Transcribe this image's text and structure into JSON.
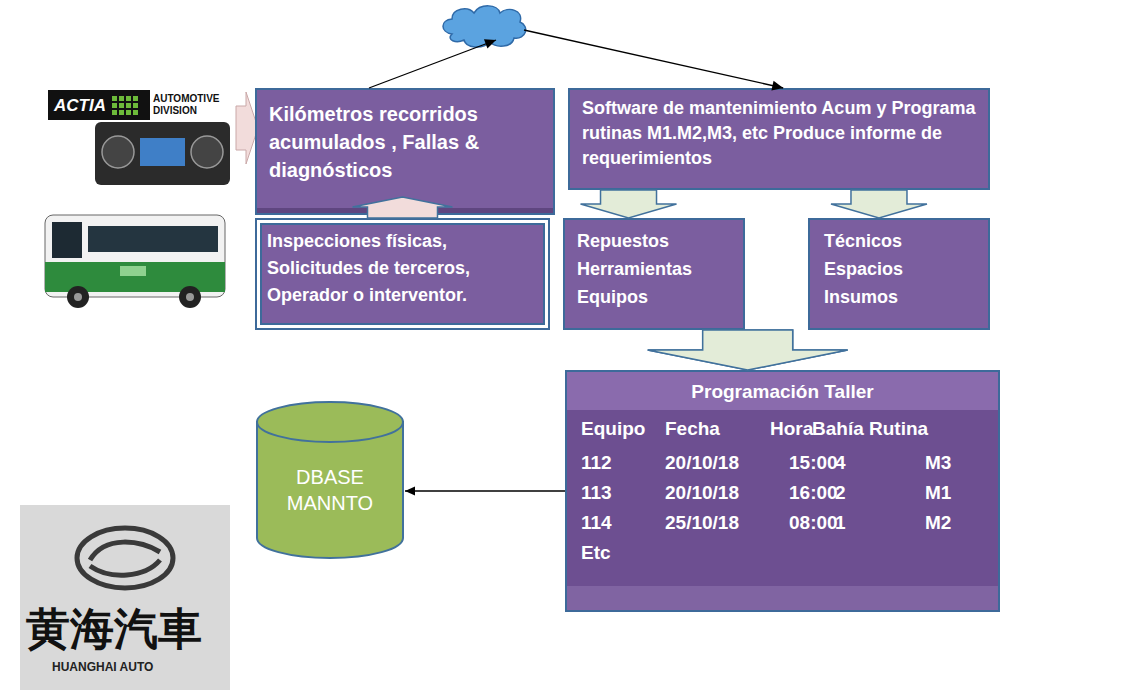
{
  "diagram": {
    "nodes": [
      {
        "text": [
          "Kilómetros recorridos acumulados , Fallas & diagnósticos"
        ]
      },
      {
        "text": [
          "Inspecciones físicas, Solicitudes de terceros, Operador o interventor."
        ]
      },
      {
        "text": [
          "Software de mantenimiento Acum y Programa rutinas M1.M2,M3, etc Produce informe de requerimientos"
        ]
      },
      {
        "text": [
          "Repuestos Herramientas Equipos"
        ]
      },
      {
        "text": [
          "Técnicos Espacios Insumos"
        ]
      },
      {
        "text": [
          "Programación Taller"
        ]
      },
      {
        "text": [
          "DBASE MANNTO"
        ]
      }
    ],
    "edges": [
      {
        "from": 0,
        "to": 2,
        "arrow": "to"
      },
      {
        "from": 1,
        "to": 0,
        "arrow": "to"
      },
      {
        "from": 2,
        "to": 3,
        "arrow": "to"
      },
      {
        "from": 2,
        "to": 4,
        "arrow": "to"
      },
      {
        "from": 3,
        "to": 5,
        "arrow": "to"
      },
      {
        "from": 4,
        "to": 5,
        "arrow": "to"
      },
      {
        "from": 5,
        "to": 6,
        "arrow": "to"
      }
    ],
    "labels": [
      "ACTIA",
      "AUTOMOTIVE",
      "DIVISION",
      "Equipo",
      "Fecha",
      "Hora",
      "Bahía",
      "Rutina",
      "112",
      "20/10/18",
      "15:00",
      "4",
      "M3",
      "113",
      "20/10/18",
      "16:00",
      "2",
      "M1",
      "114",
      "25/10/18",
      "08:00",
      "1",
      "M2",
      "Etc",
      "黄海汽車",
      "HUANGHAI AUTO"
    ]
  }
}
